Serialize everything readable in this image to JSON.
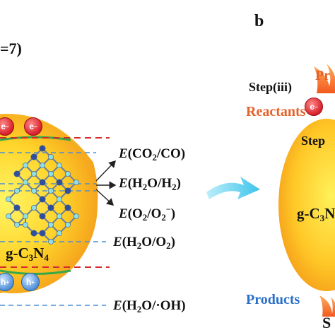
{
  "panel_a": {
    "corner_label": "=7)",
    "sphere_label_prefix": "g-C",
    "sphere_label_sub1": "3",
    "sphere_label_mid": "N",
    "sphere_label_sub2": "4",
    "charge_e": "e",
    "charge_h": "h",
    "potentials": [
      {
        "e": "E",
        "open": "(CO",
        "sub": "2",
        "rest": "/CO)",
        "sup": ""
      },
      {
        "e": "E",
        "open": "(H",
        "sub": "2",
        "rest": "O/H",
        "sub2": "2",
        "close": ")",
        "sup": ""
      },
      {
        "e": "E",
        "open": "(O",
        "sub": "2",
        "rest": "/O",
        "sub2": "2",
        "close": ")",
        "sup": "−"
      },
      {
        "e": "E",
        "open": "(H",
        "sub": "2",
        "rest": "O/O",
        "sub2": "2",
        "close": ")",
        "sup": ""
      },
      {
        "e": "E",
        "open": "(H",
        "sub": "2",
        "rest": "O/·OH)",
        "sup": ""
      }
    ]
  },
  "panel_b": {
    "panel_letter": "b",
    "products_top_partial": "Pr",
    "step_iii": "Step(iii)",
    "reactants": "Reactants",
    "step_partial": "Step",
    "sphere_label": "g-C",
    "sphere_label_sub": "3",
    "sphere_label_partial": "N",
    "products_bottom": "Products",
    "bottom_partial": "S",
    "charge_e": "e"
  },
  "colors": {
    "sphere_center": "#fff34a",
    "sphere_edge": "#f4a51c",
    "conduction_band": "#d62b2b",
    "dashed_blue": "#4a8fd6",
    "arrow_cyan": "#5ad0ee",
    "products_blue": "#2a6fc9",
    "reactants_orange": "#e5622a"
  }
}
